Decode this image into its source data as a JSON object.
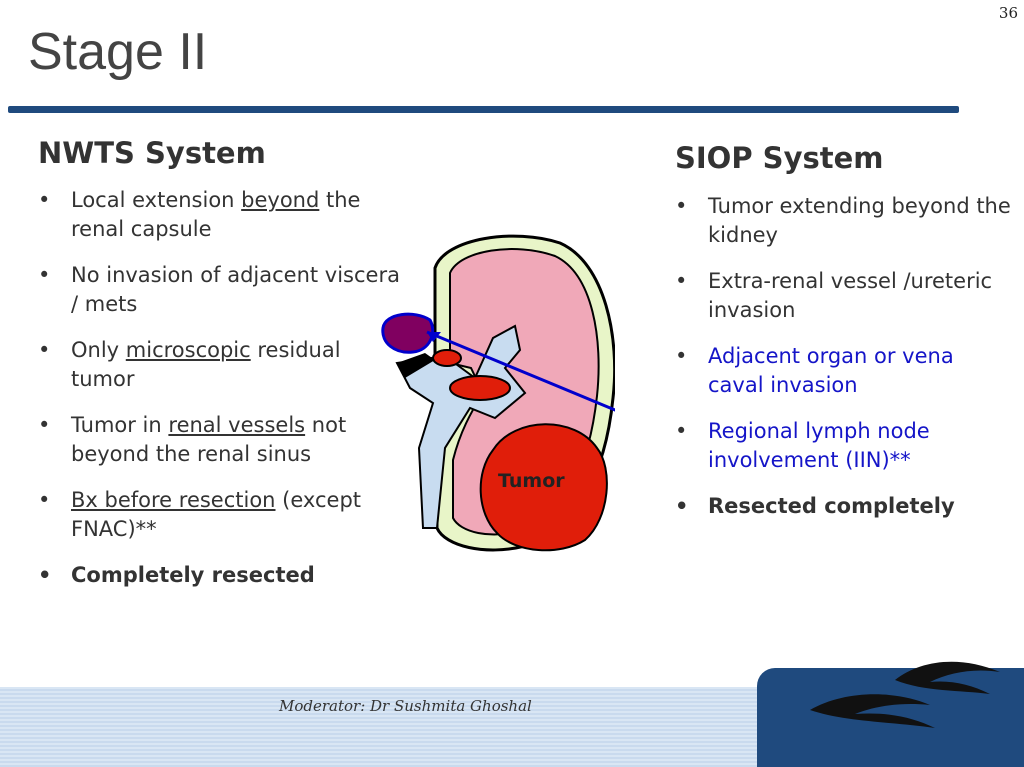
{
  "slide": {
    "number": "36",
    "title": "Stage II"
  },
  "nwts": {
    "heading": "NWTS System",
    "bullet_char": "•",
    "items": [
      {
        "parts": [
          "Local extension ",
          "beyond",
          " the renal capsule"
        ]
      },
      {
        "text": "No invasion of adjacent viscera / mets"
      },
      {
        "parts": [
          "Only ",
          "microscopic",
          " residual tumor"
        ]
      },
      {
        "parts": [
          "Tumor in ",
          "renal vessels",
          " not beyond the renal sinus"
        ]
      },
      {
        "parts": [
          "Bx before resection",
          " (except FNAC)**"
        ]
      },
      {
        "text": "Completely resected"
      }
    ]
  },
  "siop": {
    "heading": "SIOP System",
    "bullet_char": "•",
    "items": [
      {
        "text": "Tumor extending beyond the kidney"
      },
      {
        "text": "Extra-renal vessel /ureteric invasion"
      },
      {
        "text": "Adjacent organ or vena caval invasion"
      },
      {
        "text": "Regional lymph node involvement (IIN)**"
      },
      {
        "text": "Resected completely"
      }
    ]
  },
  "diagram": {
    "tumor_label": "Tumor",
    "colors": {
      "capsule_outline": "#000000",
      "fat_layer": "#e8f5c8",
      "cortex": "#f0a8b8",
      "pelvis": "#c8dcf0",
      "tumor": "#e01e0a",
      "lymph_node": "#800060",
      "arrow": "#0000cc"
    }
  },
  "footer": {
    "text": "Moderator: Dr Sushmita Ghoshal"
  },
  "theme": {
    "accent": "#1f4a7e",
    "highlight_text": "#1515c8"
  }
}
